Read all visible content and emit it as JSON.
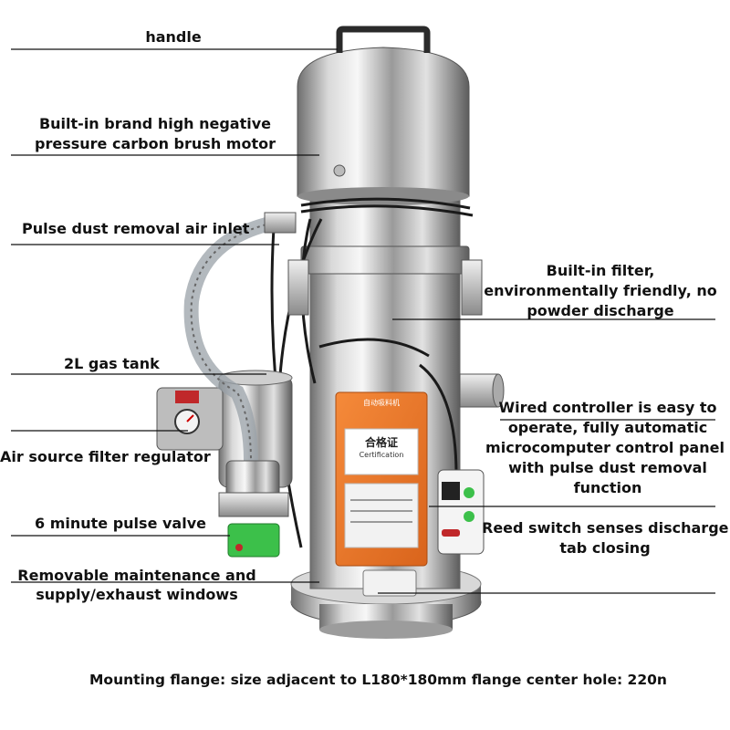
{
  "labels": {
    "handle": "handle",
    "motor_line1": "Built-in brand high negative",
    "motor_line2": "pressure carbon brush motor",
    "pulse_inlet": "Pulse dust removal air inlet",
    "gas_tank": "2L gas tank",
    "regulator": "Air source filter regulator",
    "pulse_valve": "6 minute pulse valve",
    "windows_line1": "Removable maintenance and",
    "windows_line2": "supply/exhaust windows",
    "filter_line1": "Built-in filter,",
    "filter_line2": "environmentally friendly, no",
    "filter_line3": "powder discharge",
    "controller_line1": "Wired controller is easy to",
    "controller_line2": "operate, fully automatic",
    "controller_line3": "microcomputer control panel",
    "controller_line4": "with pulse dust removal",
    "controller_line5": "function",
    "reed_line1": "Reed switch senses discharge",
    "reed_line2": "tab closing",
    "flange": "Mounting flange: size adjacent to L180*180mm flange center hole: 220n"
  },
  "panel": {
    "header": "自动吸料机",
    "cert_title": "合格证",
    "cert_subtitle": "Certification"
  },
  "colors": {
    "panel_orange": "#e8762a",
    "valve_green": "#3cc04a",
    "steel_light": "#e6e6e6",
    "steel_dark": "#7d7d7d"
  }
}
